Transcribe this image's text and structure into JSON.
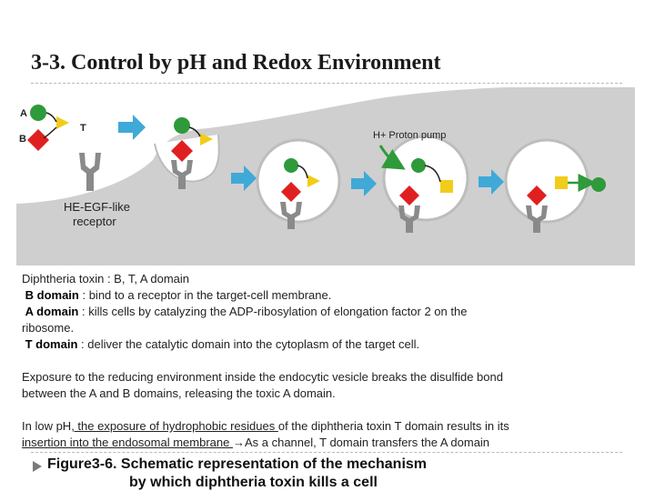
{
  "title": "3-3. Control by pH and Redox Environment",
  "figure": {
    "label_a": "A",
    "label_b": "B",
    "label_t": "T",
    "proton_label": "H+ Proton pump",
    "receptor_line1": "HE-EGF-like",
    "receptor_line2": "receptor"
  },
  "body": {
    "line1": "Diphtheria toxin : B, T, A domain",
    "b_label": "B domain",
    "b_text": " : bind to a receptor in the target-cell membrane.",
    "a_label": "A domain",
    "a_text": " : kills cells by catalyzing the ADP-ribosylation of elongation factor 2 on the",
    "a_text2": "ribosome.",
    "t_label": "T domain",
    "t_text": " : deliver the catalytic domain into the cytoplasm of the target cell.",
    "p2_line1": "Exposure to the reducing environment inside the endocytic vesicle breaks the disulfide bond",
    "p2_line2": "between the A and B domains, releasing the toxic A domain.",
    "p3_line1a": "In low pH",
    "p3_line1b": ", the exposure of hydrophobic residues ",
    "p3_line1c": "of the diphtheria toxin T domain results in its",
    "p3_line2a": "insertion into the endosomal membrane ",
    "p3_line2b": "→As a channel, T domain transfers the A domain"
  },
  "caption": {
    "line1": "Figure3-6. Schematic representation of the mechanism",
    "line2": "by which diphtheria toxin kills a cell"
  },
  "colors": {
    "membrane": "#cfcfcf",
    "arrow": "#3fa9d8",
    "green": "#2e9a3a",
    "red": "#e02020",
    "yellow": "#f2cc1a",
    "receptor": "#8a8a8a",
    "proton_arrow": "#2e9a3a"
  }
}
